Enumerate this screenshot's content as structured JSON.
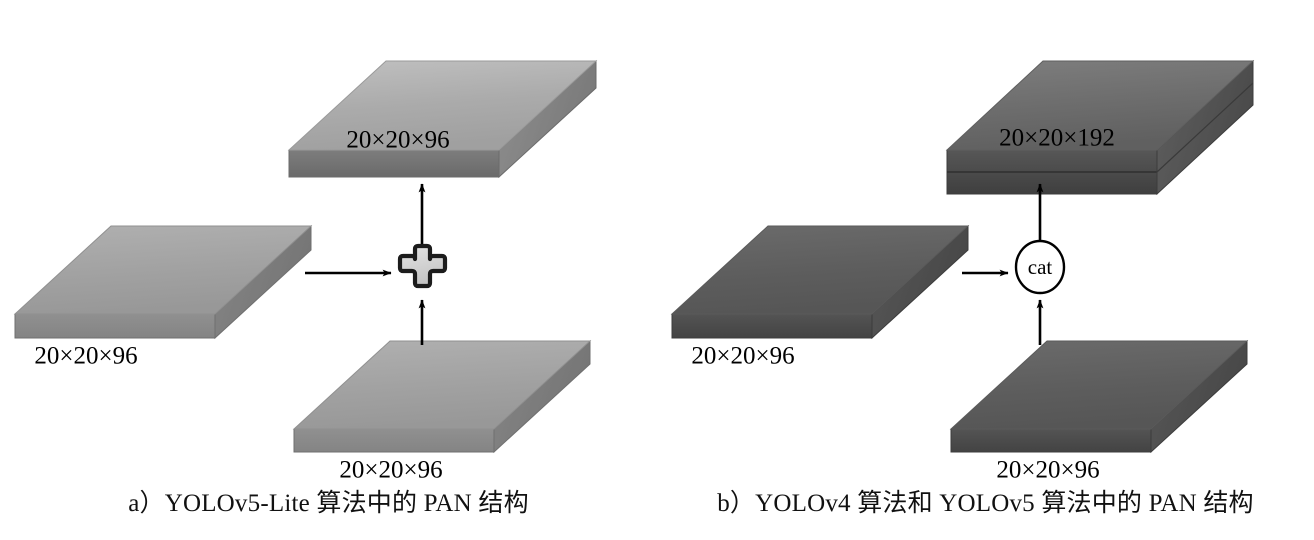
{
  "figure": {
    "title": "PAN structure comparison between YOLOv5-Lite and YOLOv4/YOLOv5",
    "background_color": "#ffffff"
  },
  "panels": [
    {
      "id": "panel-a",
      "caption": "a）YOLOv5-Lite 算法中的 PAN 结构",
      "operator": {
        "type": "plus-icon",
        "label": "+",
        "fill_color": "#d0d0d0",
        "stroke_color": "#1a1a1a"
      },
      "blocks": [
        {
          "name": "output-block",
          "label": "20×20×96",
          "label_position": "inside",
          "top_face_color": "#b1b1b1",
          "front_face_color": "#6f6f6f",
          "side_face_color": "#8d8d8d",
          "thickness": "single"
        },
        {
          "name": "left-input-block",
          "label": "20×20×96",
          "label_position": "below",
          "top_face_color": "#a2a2a2",
          "front_face_color": "#8a8a8a",
          "side_face_color": "#7a7a7a",
          "thickness": "single"
        },
        {
          "name": "bottom-input-block",
          "label": "20×20×96",
          "label_position": "below",
          "top_face_color": "#9d9d9d",
          "front_face_color": "#9a9a9a",
          "side_face_color": "#7e7e7e",
          "thickness": "single"
        }
      ],
      "arrows": [
        {
          "name": "left-to-operator-arrow",
          "direction": "right"
        },
        {
          "name": "bottom-to-operator-arrow",
          "direction": "up"
        },
        {
          "name": "operator-to-output-arrow",
          "direction": "up"
        }
      ]
    },
    {
      "id": "panel-b",
      "caption": "b）YOLOv4 算法和 YOLOv5 算法中的 PAN 结构",
      "operator": {
        "type": "concat-circle",
        "label": "cat",
        "fill_color": "#ffffff",
        "stroke_color": "#000000"
      },
      "blocks": [
        {
          "name": "output-block",
          "label": "20×20×192",
          "label_position": "inside",
          "top_face_color": "#717171",
          "front_face_color": "#4a4a4a",
          "side_face_color": "#5b5b5b",
          "thickness": "double"
        },
        {
          "name": "left-input-block",
          "label": "20×20×96",
          "label_position": "below",
          "top_face_color": "#606060",
          "front_face_color": "#494949",
          "side_face_color": "#545454",
          "thickness": "single"
        },
        {
          "name": "bottom-input-block",
          "label": "20×20×96",
          "label_position": "below",
          "top_face_color": "#5f5f5f",
          "front_face_color": "#4d4d4d",
          "side_face_color": "#555555",
          "thickness": "single"
        }
      ],
      "arrows": [
        {
          "name": "left-to-operator-arrow",
          "direction": "right"
        },
        {
          "name": "bottom-to-operator-arrow",
          "direction": "up"
        },
        {
          "name": "operator-to-output-arrow",
          "direction": "up"
        }
      ]
    }
  ]
}
